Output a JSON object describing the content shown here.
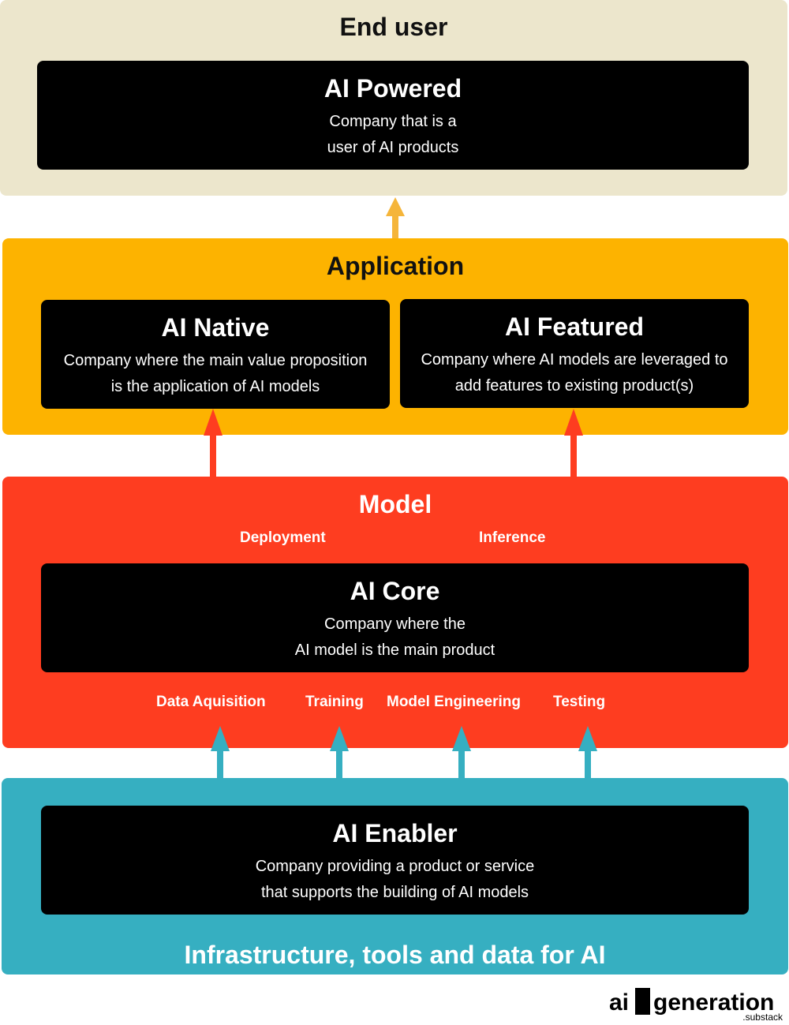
{
  "colors": {
    "end_user_bg": "#ECE6CC",
    "application_bg": "#FDB300",
    "model_bg": "#FE3D20",
    "enabler_bg": "#36AFC1",
    "card_bg": "#000000",
    "arrow_app": "#F5B53A",
    "arrow_model": "#FE3D20",
    "arrow_enabler": "#36AFC1"
  },
  "end_user": {
    "title": "End user",
    "card": {
      "title": "AI Powered",
      "desc": [
        "Company that is a",
        "user of AI products"
      ]
    }
  },
  "application": {
    "title": "Application",
    "cards": [
      {
        "title": "AI Native",
        "desc": [
          "Company where the main value proposition",
          "is the application of AI models"
        ]
      },
      {
        "title": "AI Featured",
        "desc": [
          "Company where AI models are leveraged to",
          "add features to existing product(s)"
        ]
      }
    ]
  },
  "model": {
    "title": "Model",
    "top_labels": [
      "Deployment",
      "Inference"
    ],
    "card": {
      "title": "AI Core",
      "desc": [
        "Company where the",
        "AI model is the main product"
      ]
    },
    "bottom_labels": [
      "Data Aquisition",
      "Training",
      "Model Engineering",
      "Testing"
    ]
  },
  "enabler": {
    "card": {
      "title": "AI Enabler",
      "desc": [
        "Company providing a product or service",
        "that supports the building of AI models"
      ]
    },
    "footer": "Infrastructure, tools and data for AI"
  },
  "brand": {
    "left": "ai",
    "right": "generation",
    "sub": ".substack"
  }
}
